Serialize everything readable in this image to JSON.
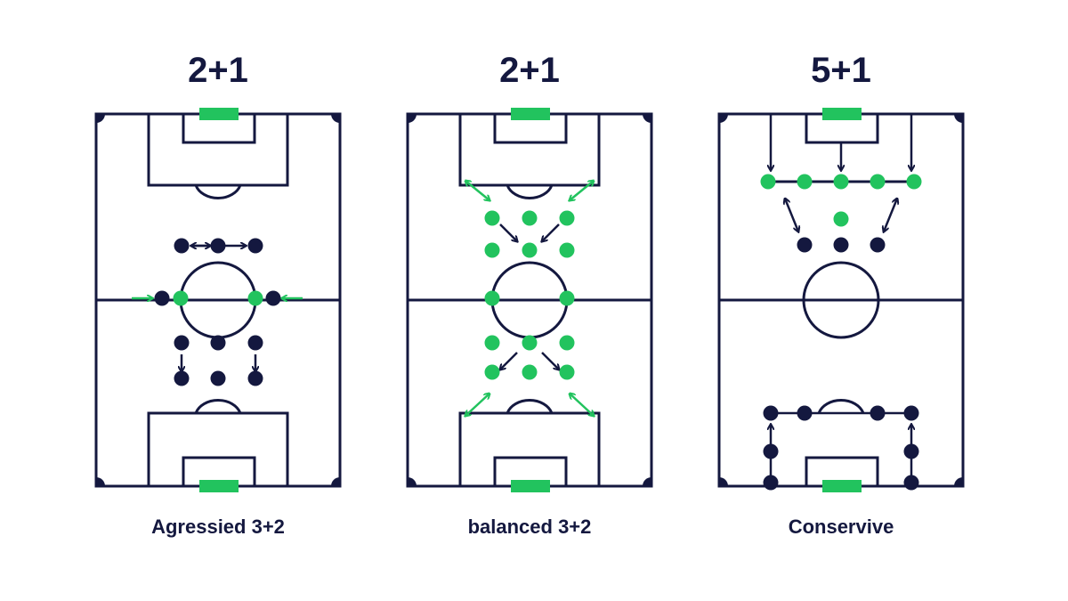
{
  "colors": {
    "line": "#14183f",
    "accent": "#22c35e",
    "background": "#ffffff"
  },
  "diagrams": [
    {
      "top_label": "2+1",
      "bottom_label": "Agressied 3+2"
    },
    {
      "top_label": "2+1",
      "bottom_label": "balanced 3+2"
    },
    {
      "top_label": "5+1",
      "bottom_label": "Conservive"
    }
  ]
}
